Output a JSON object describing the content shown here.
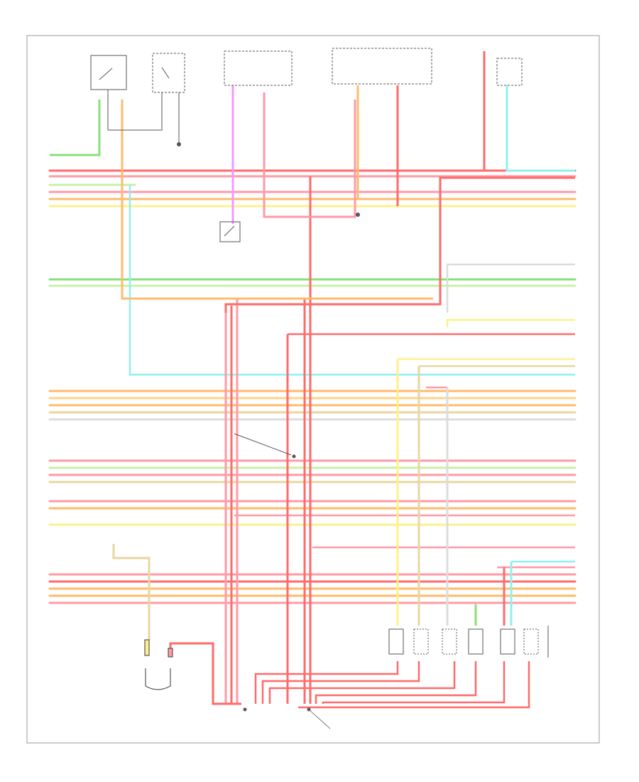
{
  "diagram": {
    "footer_code": "",
    "main_label": "",
    "colors": {
      "red": "#ff6a6a",
      "pink": "#ff9aa6",
      "orange": "#ffbb6a",
      "yellow": "#fff08a",
      "green": "#88e07a",
      "light_green": "#c8f0a8",
      "cyan": "#8ff0ee",
      "violet": "#f29aff",
      "tan": "#e8d6a0",
      "grey": "#dcdcdc",
      "frame": "#999999",
      "component": "#555555"
    },
    "components": [
      {
        "id": "top-switch-a",
        "kind": "switch"
      },
      {
        "id": "top-relay",
        "kind": "relay"
      },
      {
        "id": "top-fuse-box",
        "kind": "fuse-box"
      },
      {
        "id": "top-module",
        "kind": "module"
      },
      {
        "id": "top-right-sensor",
        "kind": "sensor"
      },
      {
        "id": "mid-switch",
        "kind": "switch"
      },
      {
        "id": "mid-connector",
        "kind": "connector"
      },
      {
        "id": "bottom-sensor",
        "kind": "sensor"
      },
      {
        "id": "injector-1",
        "kind": "injector"
      },
      {
        "id": "injector-2",
        "kind": "injector"
      },
      {
        "id": "injector-3",
        "kind": "injector"
      },
      {
        "id": "injector-4",
        "kind": "injector"
      },
      {
        "id": "injector-5",
        "kind": "injector"
      },
      {
        "id": "injector-6",
        "kind": "injector"
      }
    ]
  }
}
